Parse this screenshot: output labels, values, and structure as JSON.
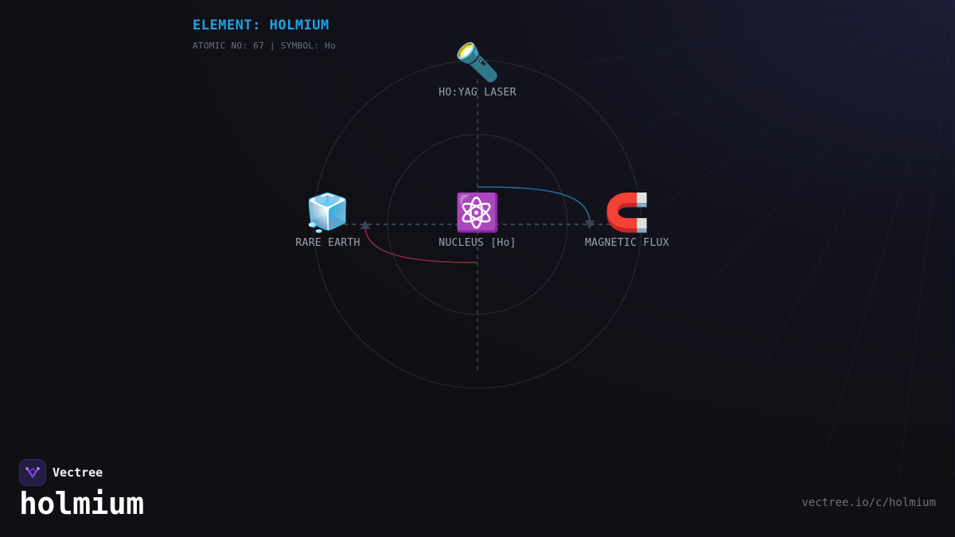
{
  "header": {
    "title": "ELEMENT: HOLMIUM",
    "subtitle": "ATOMIC NO: 67 | SYMBOL: Ho"
  },
  "nodes": {
    "top": {
      "icon": "flashlight-icon",
      "glyph": "🔦",
      "label": "HO:YAG LASER"
    },
    "left": {
      "icon": "ice-cube-icon",
      "glyph": "🧊",
      "label": "RARE EARTH"
    },
    "center": {
      "icon": "atom-icon",
      "glyph": "⚛️",
      "label": "NUCLEUS [Ho]"
    },
    "right": {
      "icon": "magnet-icon",
      "glyph": "🧲",
      "label": "MAGNETIC FLUX"
    }
  },
  "colors": {
    "accent": "#1ea2e6",
    "flow_blue": "#1f6f9a",
    "flow_red": "#8a2a3c",
    "axis": "#3a4256",
    "ring": "#2a2d36",
    "label": "#9ca3af",
    "background": "#0f0f14"
  },
  "brand": {
    "name": "Vectree",
    "title": "holmium",
    "url": "vectree.io/c/holmium"
  }
}
